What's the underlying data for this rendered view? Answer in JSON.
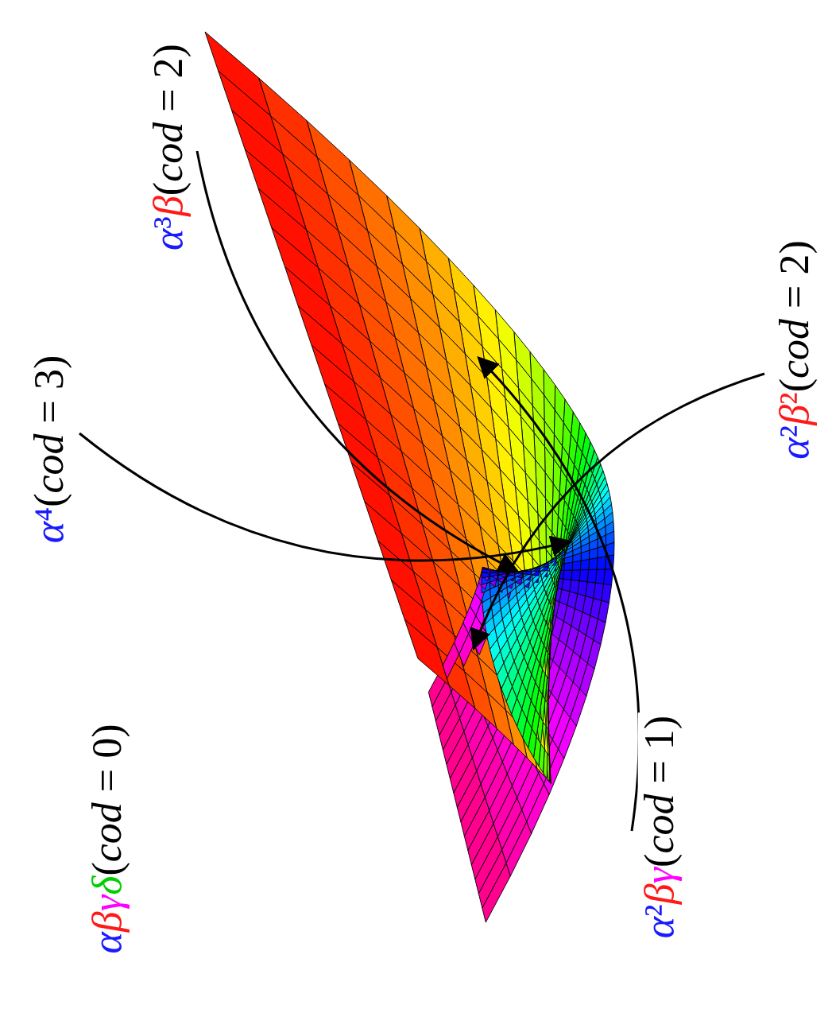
{
  "diagram": {
    "labels": [
      "α⁴(cod = 3)",
      "α³β(cod = 2)",
      "αβγδ(cod = 0)",
      "α²β²(cod = 2)",
      "α²βγ(cod = 1)"
    ]
  }
}
